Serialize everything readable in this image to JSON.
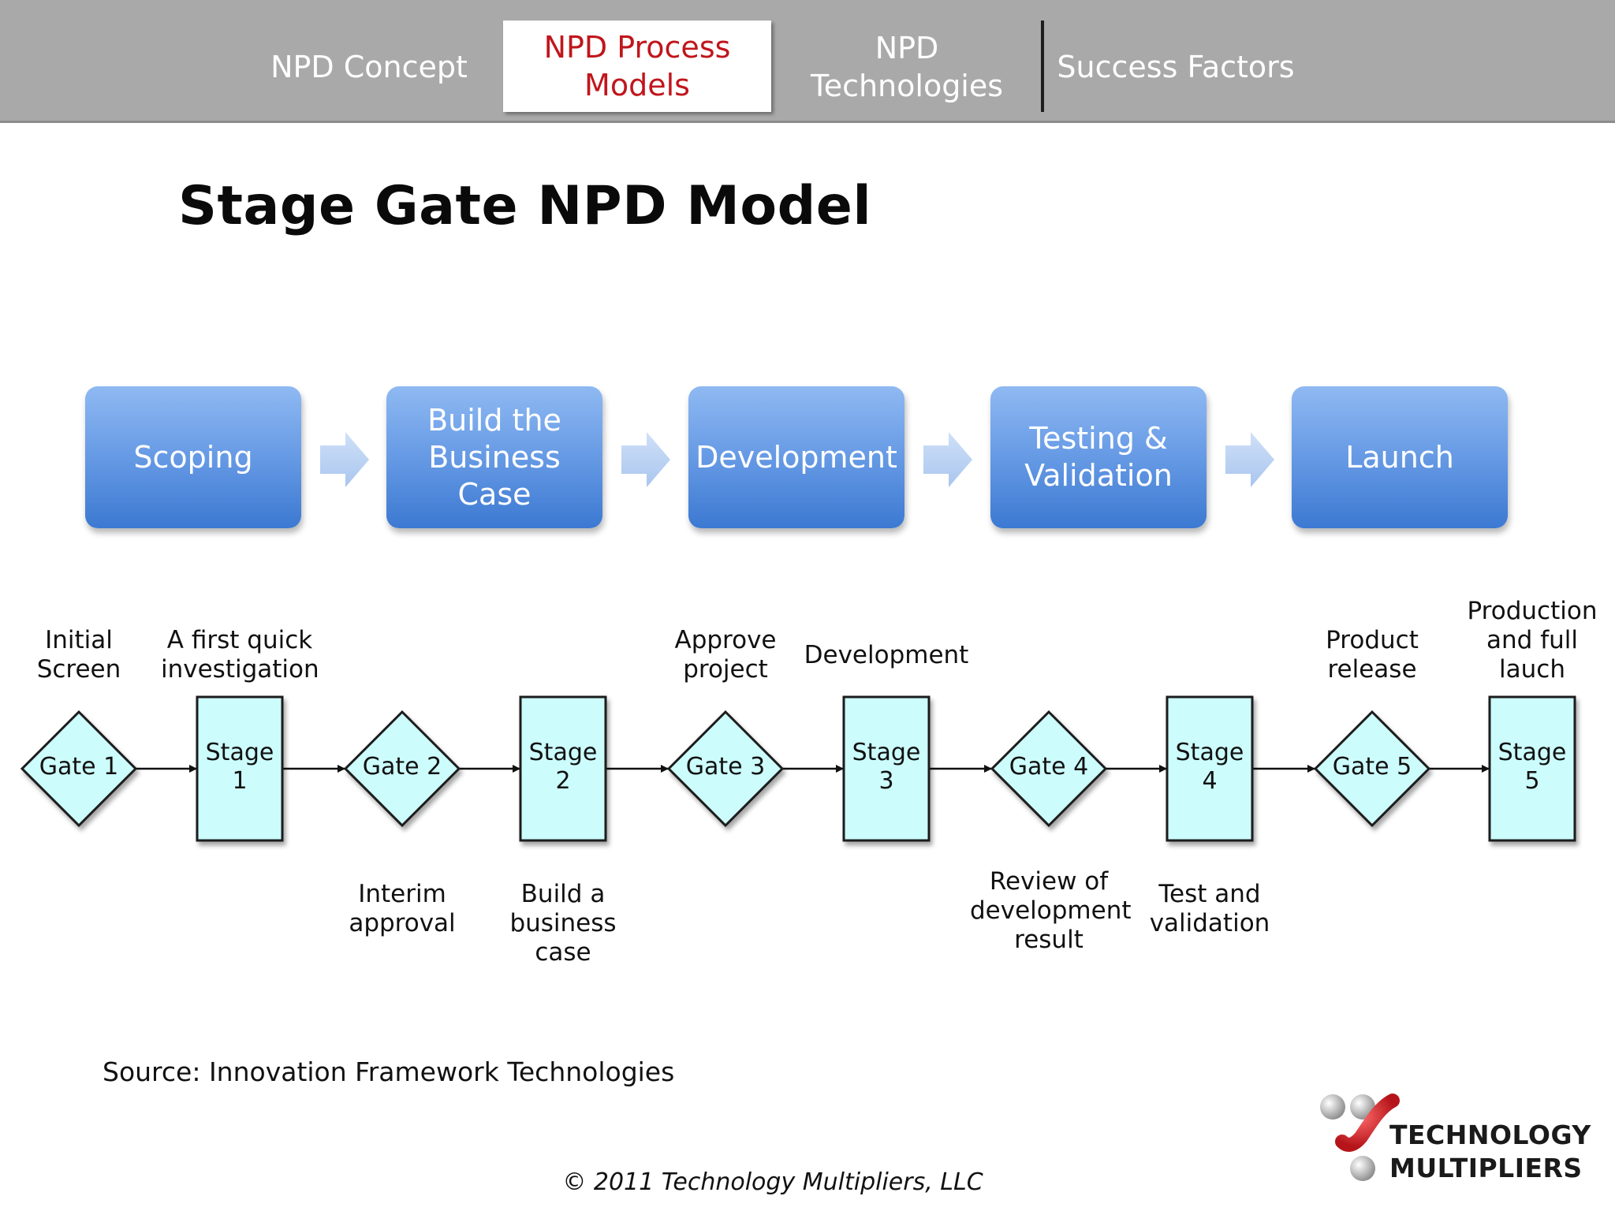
{
  "nav": {
    "tabs": [
      {
        "label": "NPD Concept",
        "active": false
      },
      {
        "label": "NPD Process Models",
        "active": true
      },
      {
        "label": "NPD Technologies",
        "active": false
      },
      {
        "label": "Success Factors",
        "active": false
      }
    ]
  },
  "title": "Stage Gate NPD Model",
  "phases": [
    "Scoping",
    "Build the Business Case",
    "Development",
    "Testing & Validation",
    "Launch"
  ],
  "flow": [
    {
      "kind": "gate",
      "label": "Gate 1",
      "caption": "Initial Screen",
      "caption_pos": "top"
    },
    {
      "kind": "stage",
      "label": "Stage 1",
      "caption": "A first quick investigation",
      "caption_pos": "top"
    },
    {
      "kind": "gate",
      "label": "Gate 2",
      "caption": "Interim approval",
      "caption_pos": "bottom"
    },
    {
      "kind": "stage",
      "label": "Stage 2",
      "caption": "Build a business case",
      "caption_pos": "bottom"
    },
    {
      "kind": "gate",
      "label": "Gate 3",
      "caption": "Approve project",
      "caption_pos": "top"
    },
    {
      "kind": "stage",
      "label": "Stage 3",
      "caption": "Development",
      "caption_pos": "top"
    },
    {
      "kind": "gate",
      "label": "Gate 4",
      "caption": "Review of development result",
      "caption_pos": "bottom"
    },
    {
      "kind": "stage",
      "label": "Stage 4",
      "caption": "Test and validation",
      "caption_pos": "bottom"
    },
    {
      "kind": "gate",
      "label": "Gate 5",
      "caption": "Product release",
      "caption_pos": "top"
    },
    {
      "kind": "stage",
      "label": "Stage 5",
      "caption": "Production and full lauch",
      "caption_pos": "top"
    }
  ],
  "colors": {
    "nav_bg": "#a9a9a9",
    "active_tab_text": "#c0161c",
    "phase_blue": "#5a8fdf",
    "shape_fill": "#ccfcfc",
    "logo_red": "#d8242a"
  },
  "source": "Source: Innovation Framework Technologies",
  "copyright": "© 2011 Technology Multipliers, LLC",
  "logo": {
    "line1": "TECHNOLOGY",
    "line2": "MULTIPLIERS"
  }
}
